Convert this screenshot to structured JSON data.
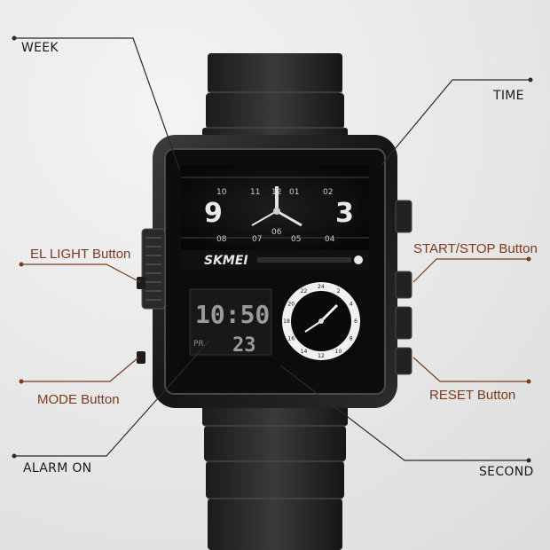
{
  "labels": {
    "week": "WEEK",
    "time": "TIME",
    "el_light": "EL LIGHT Button",
    "start_stop": "START/STOP Button",
    "mode": "MODE Button",
    "reset": "RESET Button",
    "alarm_on": "ALARM ON",
    "second": "SECOND"
  },
  "watch": {
    "brand": "SKMEI",
    "hour_nine": "9",
    "hour_three": "3",
    "top_ticks": [
      "10",
      "11",
      "12",
      "01",
      "02"
    ],
    "bottom_ticks": [
      "08",
      "07",
      "06",
      "05",
      "04"
    ],
    "digital_time": "10:50",
    "digital_seconds": "23",
    "digital_indicator": "PR",
    "small_dial_numbers": [
      "24",
      "2",
      "4",
      "6",
      "8",
      "10",
      "12",
      "14",
      "16",
      "18",
      "20",
      "22"
    ]
  },
  "colors": {
    "label_dark": "#1a1a1a",
    "label_brown": "#7a3b1e",
    "leader_dark": "#2a2a2a",
    "leader_brown": "#7a3b1e"
  }
}
